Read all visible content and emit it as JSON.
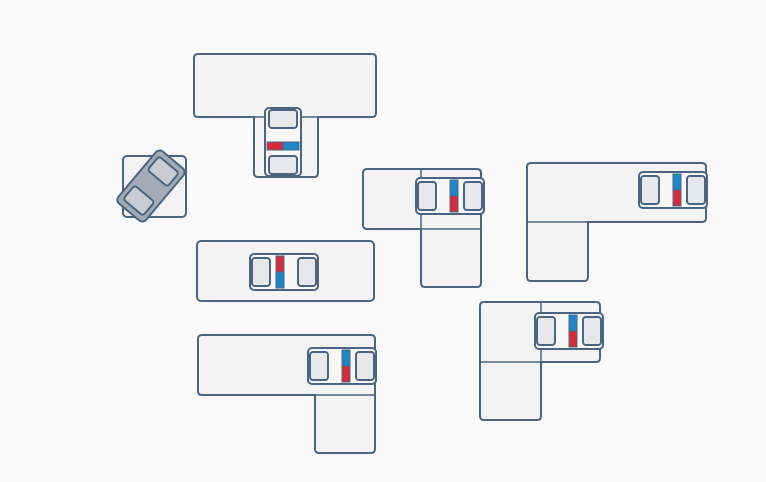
{
  "game": {
    "type": "traffic-puzzle",
    "colors": {
      "background": "#f9f9f9",
      "tile_fill": "#f3f3f4",
      "outline": "#4b6580",
      "car_body": "#f7f7f8",
      "car_window": "#e6e8ec",
      "siren_red": "#d42a3c",
      "siren_blue": "#1e88c7",
      "player_body": "#a3abb6",
      "player_window": "#c8ccd3"
    },
    "pieces": [
      {
        "id": "top-left-l",
        "shape": "L",
        "contains": "police-car"
      },
      {
        "id": "small-square",
        "shape": "square",
        "contains": "grey-car"
      },
      {
        "id": "middle-horizontal",
        "shape": "bar",
        "contains": "police-car"
      },
      {
        "id": "center-l",
        "shape": "L",
        "contains": "police-car"
      },
      {
        "id": "right-l",
        "shape": "L",
        "contains": "police-car"
      },
      {
        "id": "bottom-left-l",
        "shape": "L",
        "contains": "police-car"
      },
      {
        "id": "bottom-right-l",
        "shape": "L",
        "contains": "police-car"
      }
    ]
  }
}
